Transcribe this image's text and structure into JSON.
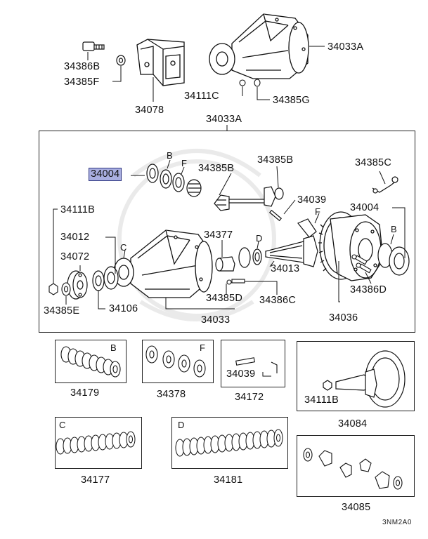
{
  "diagram": {
    "code": "3NM2A0",
    "highlighted_part": "34004",
    "highlight_color": "#a9aee0",
    "top_labels": {
      "p34386B": "34386B",
      "p34385F": "34385F",
      "p34078": "34078",
      "p34033A_top": "34033A",
      "p34111C": "34111C",
      "p34385G": "34385G"
    },
    "main_title": "34033A",
    "main_labels": {
      "p34004_left": "34004",
      "p34385B_1": "34385B",
      "p34385B_2": "34385B",
      "p34385C": "34385C",
      "p34039": "34039",
      "p34004_right": "34004",
      "p34111B": "34111B",
      "p34012": "34012",
      "p34072": "34072",
      "p34377": "34377",
      "p34013": "34013",
      "p34385E": "34385E",
      "p34106": "34106",
      "p34385D": "34385D",
      "p34386C": "34386C",
      "p34033": "34033",
      "p34386D": "34386D",
      "p34036": "34036"
    },
    "letters": {
      "B_top": "B",
      "F_top": "F",
      "F_mid": "F",
      "C": "C",
      "D": "D",
      "B_right": "B"
    },
    "kits": {
      "k34179": {
        "label": "34179",
        "letter": "B"
      },
      "k34378": {
        "label": "34378",
        "letter": "F"
      },
      "k34172": {
        "label": "34172",
        "inner": "34039"
      },
      "k34084": {
        "label": "34084",
        "inner": "34111B"
      },
      "k34177": {
        "label": "34177",
        "letter": "C"
      },
      "k34181": {
        "label": "34181",
        "letter": "D"
      },
      "k34085": {
        "label": "34085"
      }
    }
  }
}
